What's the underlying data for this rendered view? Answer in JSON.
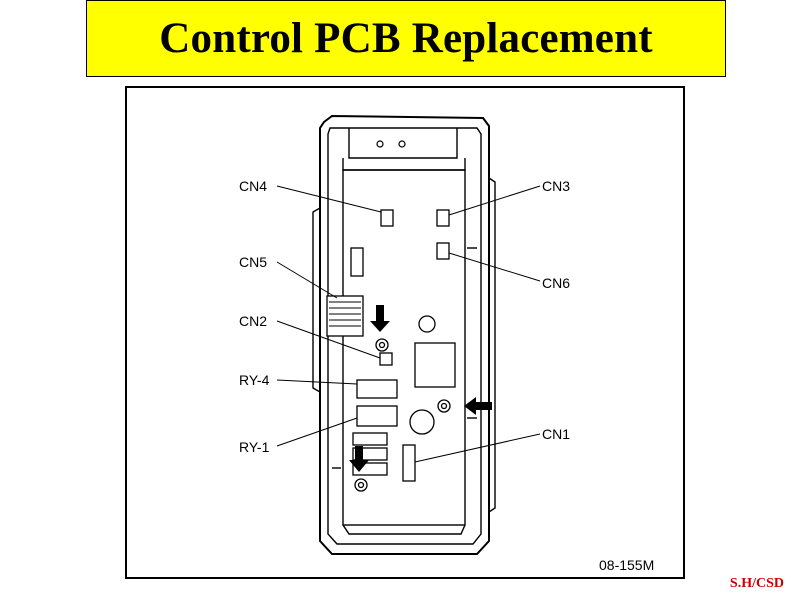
{
  "slide": {
    "title": "Control PCB Replacement",
    "footer": "S.H/CSD"
  },
  "figure": {
    "code": "08-155M",
    "callouts": {
      "cn4": "CN4",
      "cn3": "CN3",
      "cn5": "CN5",
      "cn6": "CN6",
      "cn2": "CN2",
      "ry4": "RY-4",
      "ry1": "RY-1",
      "cn1": "CN1"
    }
  },
  "colors": {
    "title_background": "#ffff00",
    "footer_text": "#cc0000"
  }
}
